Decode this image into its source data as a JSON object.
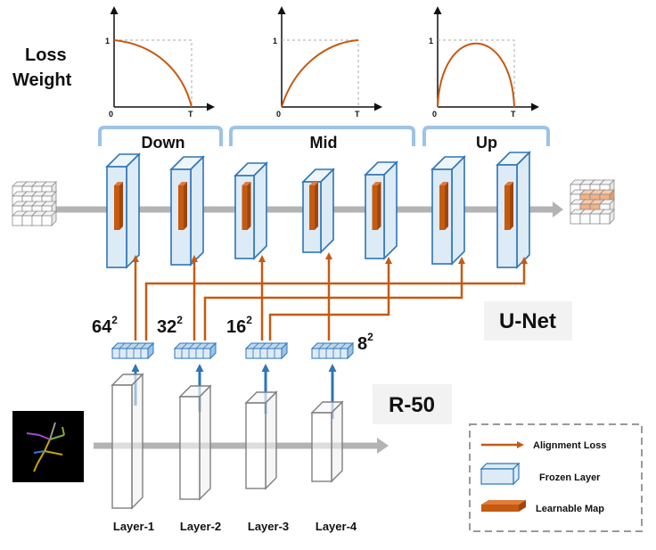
{
  "loss_weight": {
    "label_line1": "Loss",
    "label_line2": "Weight",
    "y_tick": "1",
    "x_origin": "0",
    "x_end": "T"
  },
  "stages": [
    "Down",
    "Mid",
    "Up"
  ],
  "unet": {
    "label": "U-Net",
    "resolutions": {
      "r64": "64",
      "r32": "32",
      "r16": "16",
      "r8": "8",
      "exp": "2"
    }
  },
  "backbone": {
    "label": "R-50",
    "layers": [
      "Layer-1",
      "Layer-2",
      "Layer-3",
      "Layer-4"
    ]
  },
  "legend": {
    "alignment_loss": "Alignment Loss",
    "frozen_layer": "Frozen Layer",
    "learnable_map": "Learnable Map"
  },
  "colors": {
    "orange": "#c55a11",
    "blue": "#2e75b6",
    "light_blue": "#9dc3e6",
    "gray": "#a6a6a6"
  }
}
